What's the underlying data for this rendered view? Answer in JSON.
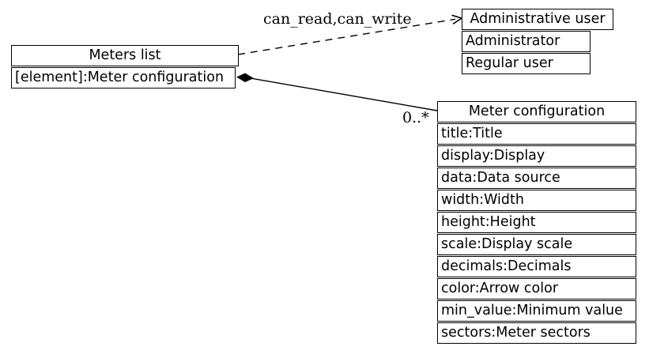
{
  "diagram": {
    "background_color": "#ffffff",
    "stroke_color": "#000000",
    "nodes": {
      "meters_list": {
        "header": "Meters list",
        "rows": [
          "[element]:Meter configuration"
        ]
      },
      "administrative_user": {
        "header": "Administrative user",
        "rows": [
          "Administrator",
          "Regular user"
        ]
      },
      "meter_configuration": {
        "header": "Meter configuration",
        "rows": [
          "title:Title",
          "display:Display",
          "data:Data source",
          "width:Width",
          "height:Height",
          "scale:Display scale",
          "decimals:Decimals",
          "color:Arrow color",
          "min_value:Minimum value",
          "sectors:Meter sectors"
        ]
      }
    },
    "edges": [
      {
        "label": "can_read,can_write",
        "style": "dashed",
        "source": "Meters list",
        "target": "Administrative user",
        "arrowhead": "open-vee"
      },
      {
        "label": "0..*",
        "style": "solid",
        "source": "Meters list",
        "target": "Meter configuration",
        "source_marker": "filled-diamond"
      }
    ]
  }
}
